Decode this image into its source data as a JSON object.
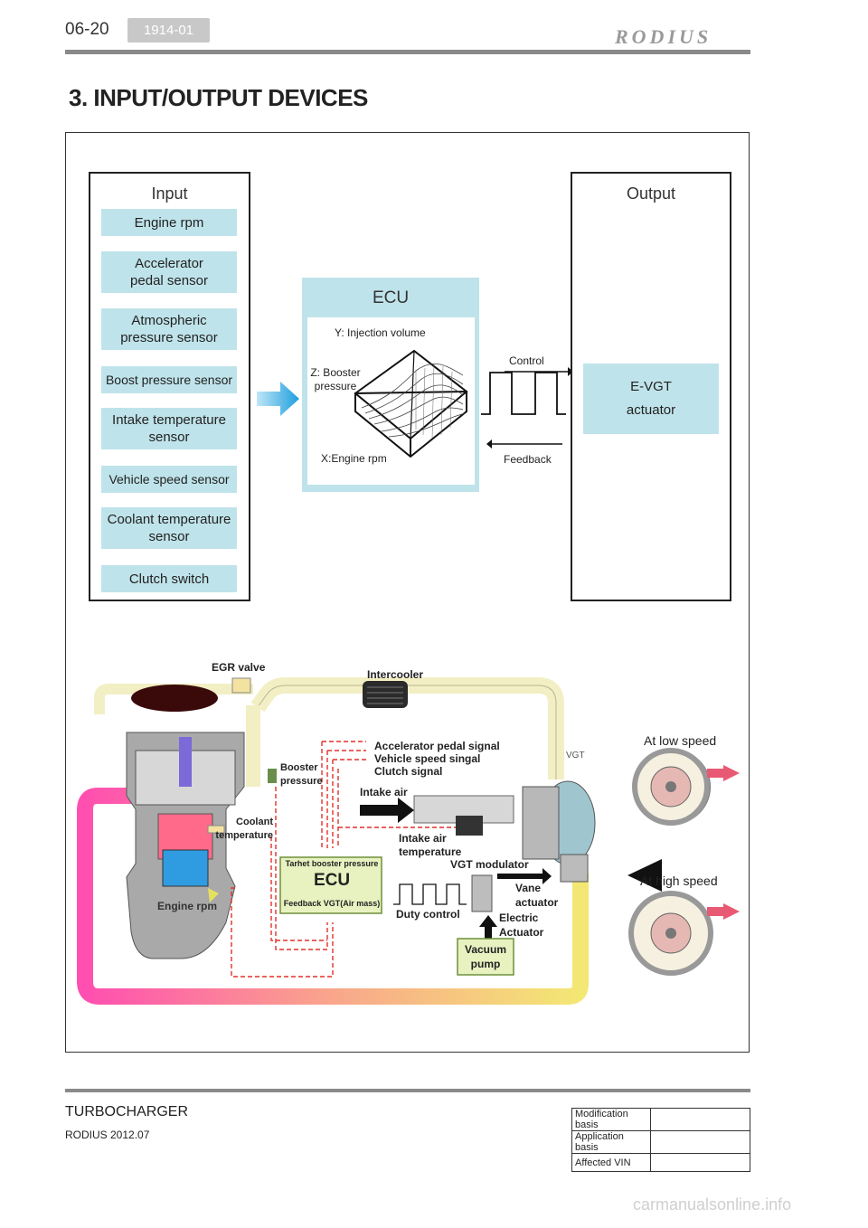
{
  "header": {
    "page_number": "06-20",
    "code": "1914-01",
    "brand": "RODIUS"
  },
  "section_title": "3. INPUT/OUTPUT DEVICES",
  "input_panel": {
    "title": "Input",
    "items": [
      "Engine rpm",
      "Accelerator pedal sensor",
      "Atmospheric pressure sensor",
      "Boost pressure sensor",
      "Intake temperature sensor",
      "Vehicle speed sensor",
      "Coolant temperature sensor",
      "Clutch switch"
    ]
  },
  "ecu_panel": {
    "title": "ECU",
    "y_label": "Y: Injection volume",
    "z_label": "Z: Booster pressure",
    "x_label": "X:Engine rpm",
    "control_label": "Control",
    "feedback_label": "Feedback"
  },
  "output_panel": {
    "title": "Output",
    "device_line1": "E-VGT",
    "device_line2": "actuator"
  },
  "schematic": {
    "egr_valve": "EGR valve",
    "intercooler": "Intercooler",
    "booster_pressure": "Booster pressure",
    "coolant_temperature": "Coolant temperature",
    "engine_rpm": "Engine rpm",
    "accel_signal": "Accelerator pedal signal",
    "vehicle_speed_signal": "Vehicle speed singal",
    "clutch_signal": "Clutch signal",
    "intake_air": "Intake air",
    "intake_air_temperature": "Intake air temperature",
    "ecu_top": "Tarhet booster pressure",
    "ecu_main": "ECU",
    "ecu_bottom": "Feedback VGT(Air mass)",
    "duty_control": "Duty control",
    "vgt_modulator": "VGT modulator",
    "vane_actuator": "Vane actuator",
    "electric_actuator": "Electric Actuator",
    "vacuum_pump": "Vacuum pump",
    "vgt": "VGT",
    "low_speed": "At low speed",
    "high_speed": "At high speed"
  },
  "footer": {
    "title": "TURBOCHARGER",
    "subtitle": "RODIUS 2012.07",
    "table": [
      {
        "label": "Modification basis",
        "value": ""
      },
      {
        "label": "Application basis",
        "value": ""
      },
      {
        "label": "Affected VIN",
        "value": ""
      }
    ],
    "watermark": "carmanualsonline.info"
  },
  "colors": {
    "input_box": "#bfe3ea",
    "arrow_blue": "#29a8e0",
    "signal_red": "#e0302a",
    "ecu_green": "#e8f2c0"
  }
}
